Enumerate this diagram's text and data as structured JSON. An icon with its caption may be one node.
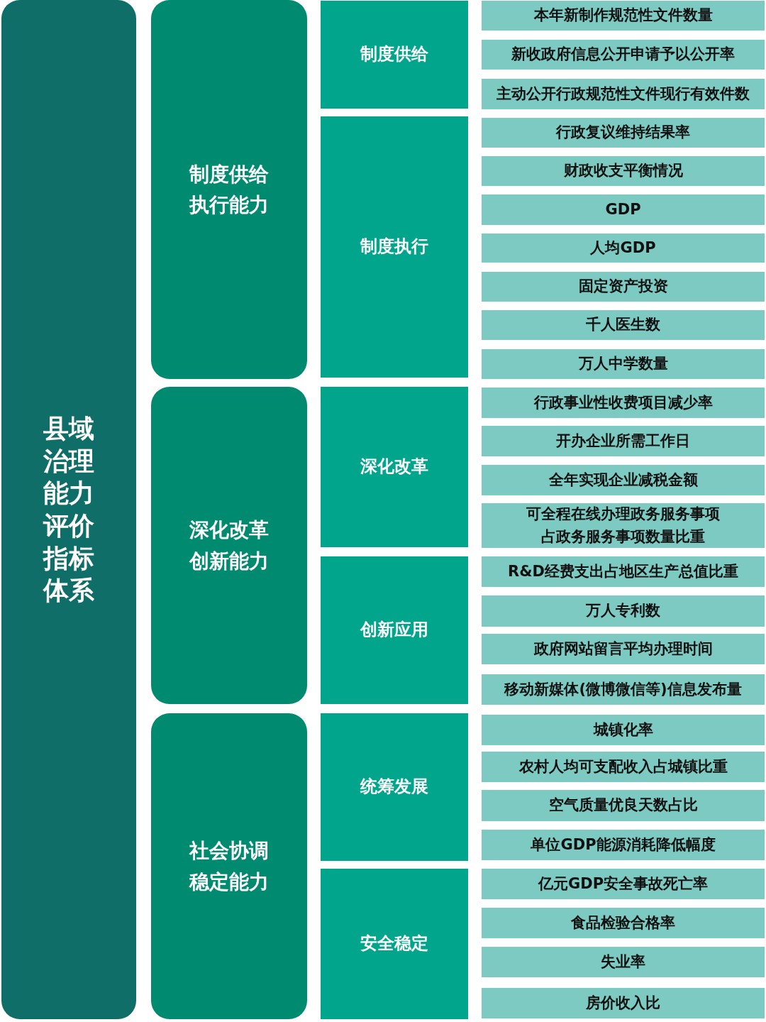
{
  "diagram": {
    "nodes": [
      {
        "text": [
          "县域治理能力评价指标体系"
        ]
      },
      {
        "text": [
          "制度供给执行能力"
        ]
      },
      {
        "text": [
          "制度供给"
        ]
      },
      {
        "text": [
          "本年新制作规范性文件数量"
        ]
      },
      {
        "text": [
          "新收政府信息公开申请予以公开率"
        ]
      },
      {
        "text": [
          "主动公开行政规范性文件现行有效件数"
        ]
      },
      {
        "text": [
          "制度执行"
        ]
      },
      {
        "text": [
          "行政复议维持结果率"
        ]
      },
      {
        "text": [
          "财政收支平衡情况"
        ]
      },
      {
        "text": [
          "GDP"
        ]
      },
      {
        "text": [
          "人均GDP"
        ]
      },
      {
        "text": [
          "固定资产投资"
        ]
      },
      {
        "text": [
          "千人医生数"
        ]
      },
      {
        "text": [
          "万人中学数量"
        ]
      },
      {
        "text": [
          "深化改革创新能力"
        ]
      },
      {
        "text": [
          "深化改革"
        ]
      },
      {
        "text": [
          "行政事业性收费项目减少率"
        ]
      },
      {
        "text": [
          "开办企业所需工作日"
        ]
      },
      {
        "text": [
          "全年实现企业减税金额"
        ]
      },
      {
        "text": [
          "可全程在线办理政务服务事项占政务服务事项数量比重"
        ]
      },
      {
        "text": [
          "创新应用"
        ]
      },
      {
        "text": [
          "R&D经费支出占地区生产总值比重"
        ]
      },
      {
        "text": [
          "万人专利数"
        ]
      },
      {
        "text": [
          "政府网站留言平均办理时间"
        ]
      },
      {
        "text": [
          "移动新媒体(微博微信等)信息发布量"
        ]
      },
      {
        "text": [
          "社会协调稳定能力"
        ]
      },
      {
        "text": [
          "统筹发展"
        ]
      },
      {
        "text": [
          "城镇化率"
        ]
      },
      {
        "text": [
          "农村人均可支配收入占城镇比重"
        ]
      },
      {
        "text": [
          "空气质量优良天数占比"
        ]
      },
      {
        "text": [
          "单位GDP能源消耗降低幅度"
        ]
      },
      {
        "text": [
          "安全稳定"
        ]
      },
      {
        "text": [
          "亿元GDP安全事故死亡率"
        ]
      },
      {
        "text": [
          "食品检验合格率"
        ]
      },
      {
        "text": [
          "失业率"
        ]
      },
      {
        "text": [
          "房价收入比"
        ]
      }
    ]
  }
}
